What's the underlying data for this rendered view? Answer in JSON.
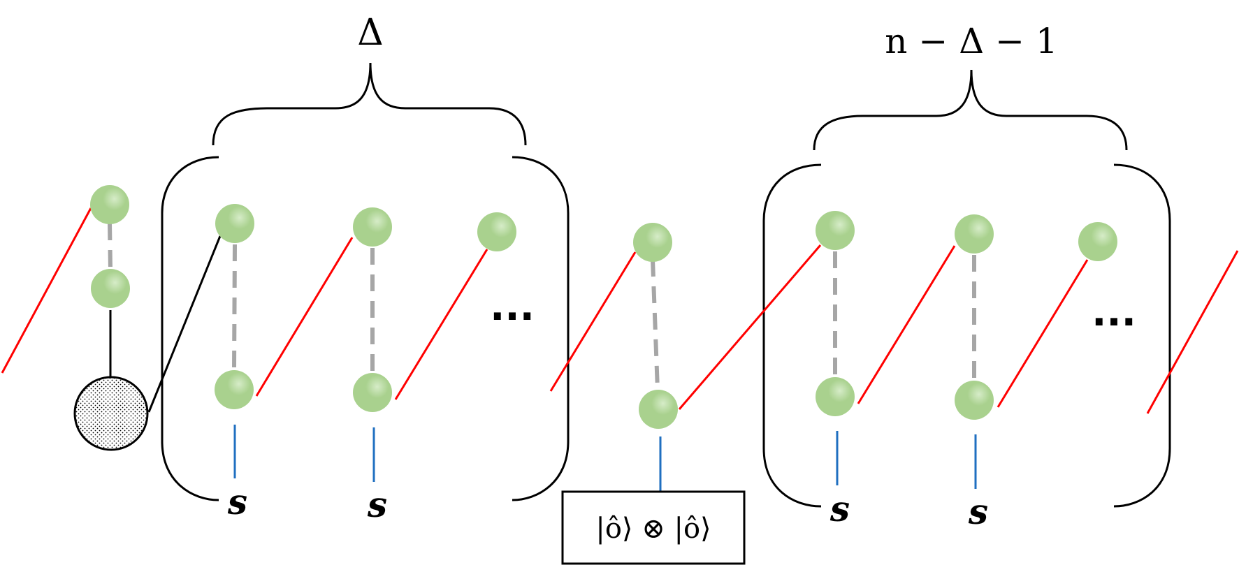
{
  "labels": {
    "delta": "Δ",
    "n_minus_delta_minus_1": "n − Δ − 1",
    "s": "s",
    "ellipsis": "...",
    "box_state": "|ô⟩ ⊗ |ô⟩"
  },
  "colors": {
    "node_fill": "#a9d18e",
    "node_highlight": "#d6ecc8",
    "red_link": "#ff0000",
    "blue_link": "#1f6fc0",
    "dashed_link": "#a6a6a6",
    "outline": "#000000"
  }
}
